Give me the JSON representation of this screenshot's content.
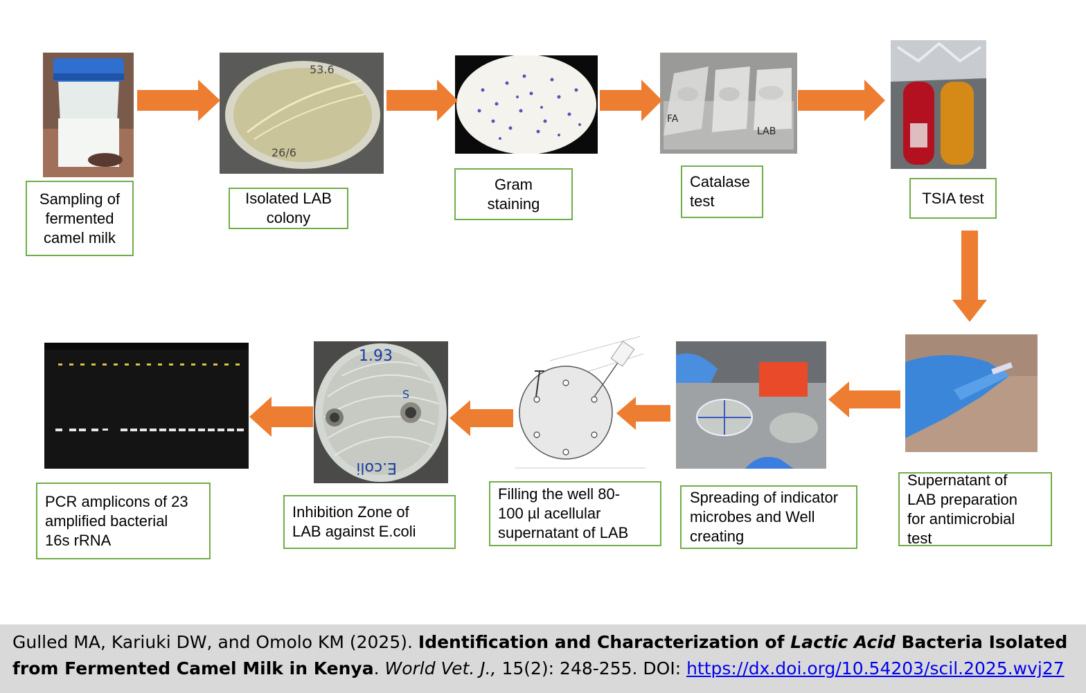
{
  "steps": {
    "sampling": "Sampling of\nfermented\ncamel milk",
    "isolated": "Isolated LAB\ncolony",
    "gram": "Gram\nstaining",
    "catalase": "Catalase\ntest",
    "tsia": "TSIA test",
    "supernatant": "Supernatant of\nLAB preparation\nfor antimicrobial\ntest",
    "spreading": "Spreading of indicator\nmicrobes and Well\ncreating",
    "filling": "Filling the well 80-\n100 µl acellular\nsupernatant of LAB",
    "inhibition": "Inhibition Zone of\nLAB  against E.coli",
    "pcr": "PCR amplicons of 23\namplified bacterial\n16s rRNA"
  },
  "photo_text": {
    "plate1_top": "53.6",
    "plate1_bottom": "26/6",
    "slide_left": "FA",
    "slide_right": "LAB",
    "plate2_top": "1.93",
    "plate2_right": "S",
    "plate2_bottom": "E.coli"
  },
  "citation": {
    "authors": "Gulled MA, Kariuki DW, and Omolo KM (2025). ",
    "title_part1": "Identification and Characterization of ",
    "title_italic": "Lactic Acid",
    "title_part2": " Bacteria Isolated from Fermented Camel Milk in Kenya",
    "sep": ". ",
    "journal": "World Vet. J.,",
    "volume": " 15(2): 248-255. DOI: ",
    "doi": "https://dx.doi.org/10.54203/scil.2025.wvj27"
  },
  "colors": {
    "label_border": "#70ad47",
    "arrow_fill": "#ed7d31",
    "citation_bg": "#d9d9d9"
  }
}
